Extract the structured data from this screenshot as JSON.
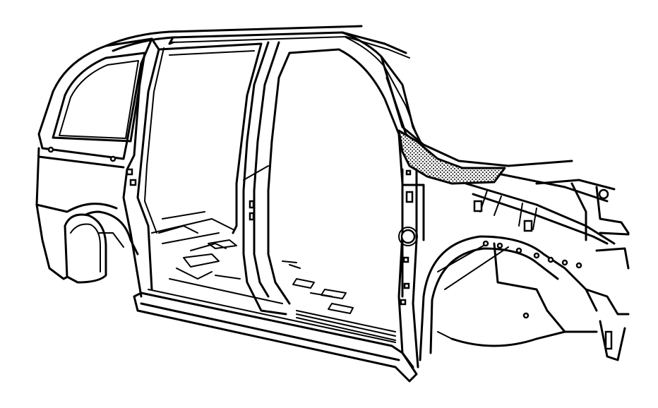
{
  "diagram": {
    "subject": "",
    "colors": {
      "line": "#000000",
      "background": "#ffffff",
      "highlight_pattern": "#000000"
    },
    "parts": [
      {
        "id": "roof-rail",
        "name": ""
      },
      {
        "id": "rear-quarter-window",
        "name": ""
      },
      {
        "id": "c-pillar",
        "name": ""
      },
      {
        "id": "b-pillar",
        "name": ""
      },
      {
        "id": "a-pillar",
        "name": ""
      },
      {
        "id": "rocker-panel",
        "name": ""
      },
      {
        "id": "rear-wheel-arch",
        "name": ""
      },
      {
        "id": "front-wheel-house",
        "name": ""
      },
      {
        "id": "front-rail",
        "name": ""
      },
      {
        "id": "hinge-pillar",
        "name": ""
      },
      {
        "id": "floor-pan",
        "name": ""
      },
      {
        "id": "highlighted-reinforcement",
        "name": ""
      }
    ]
  }
}
